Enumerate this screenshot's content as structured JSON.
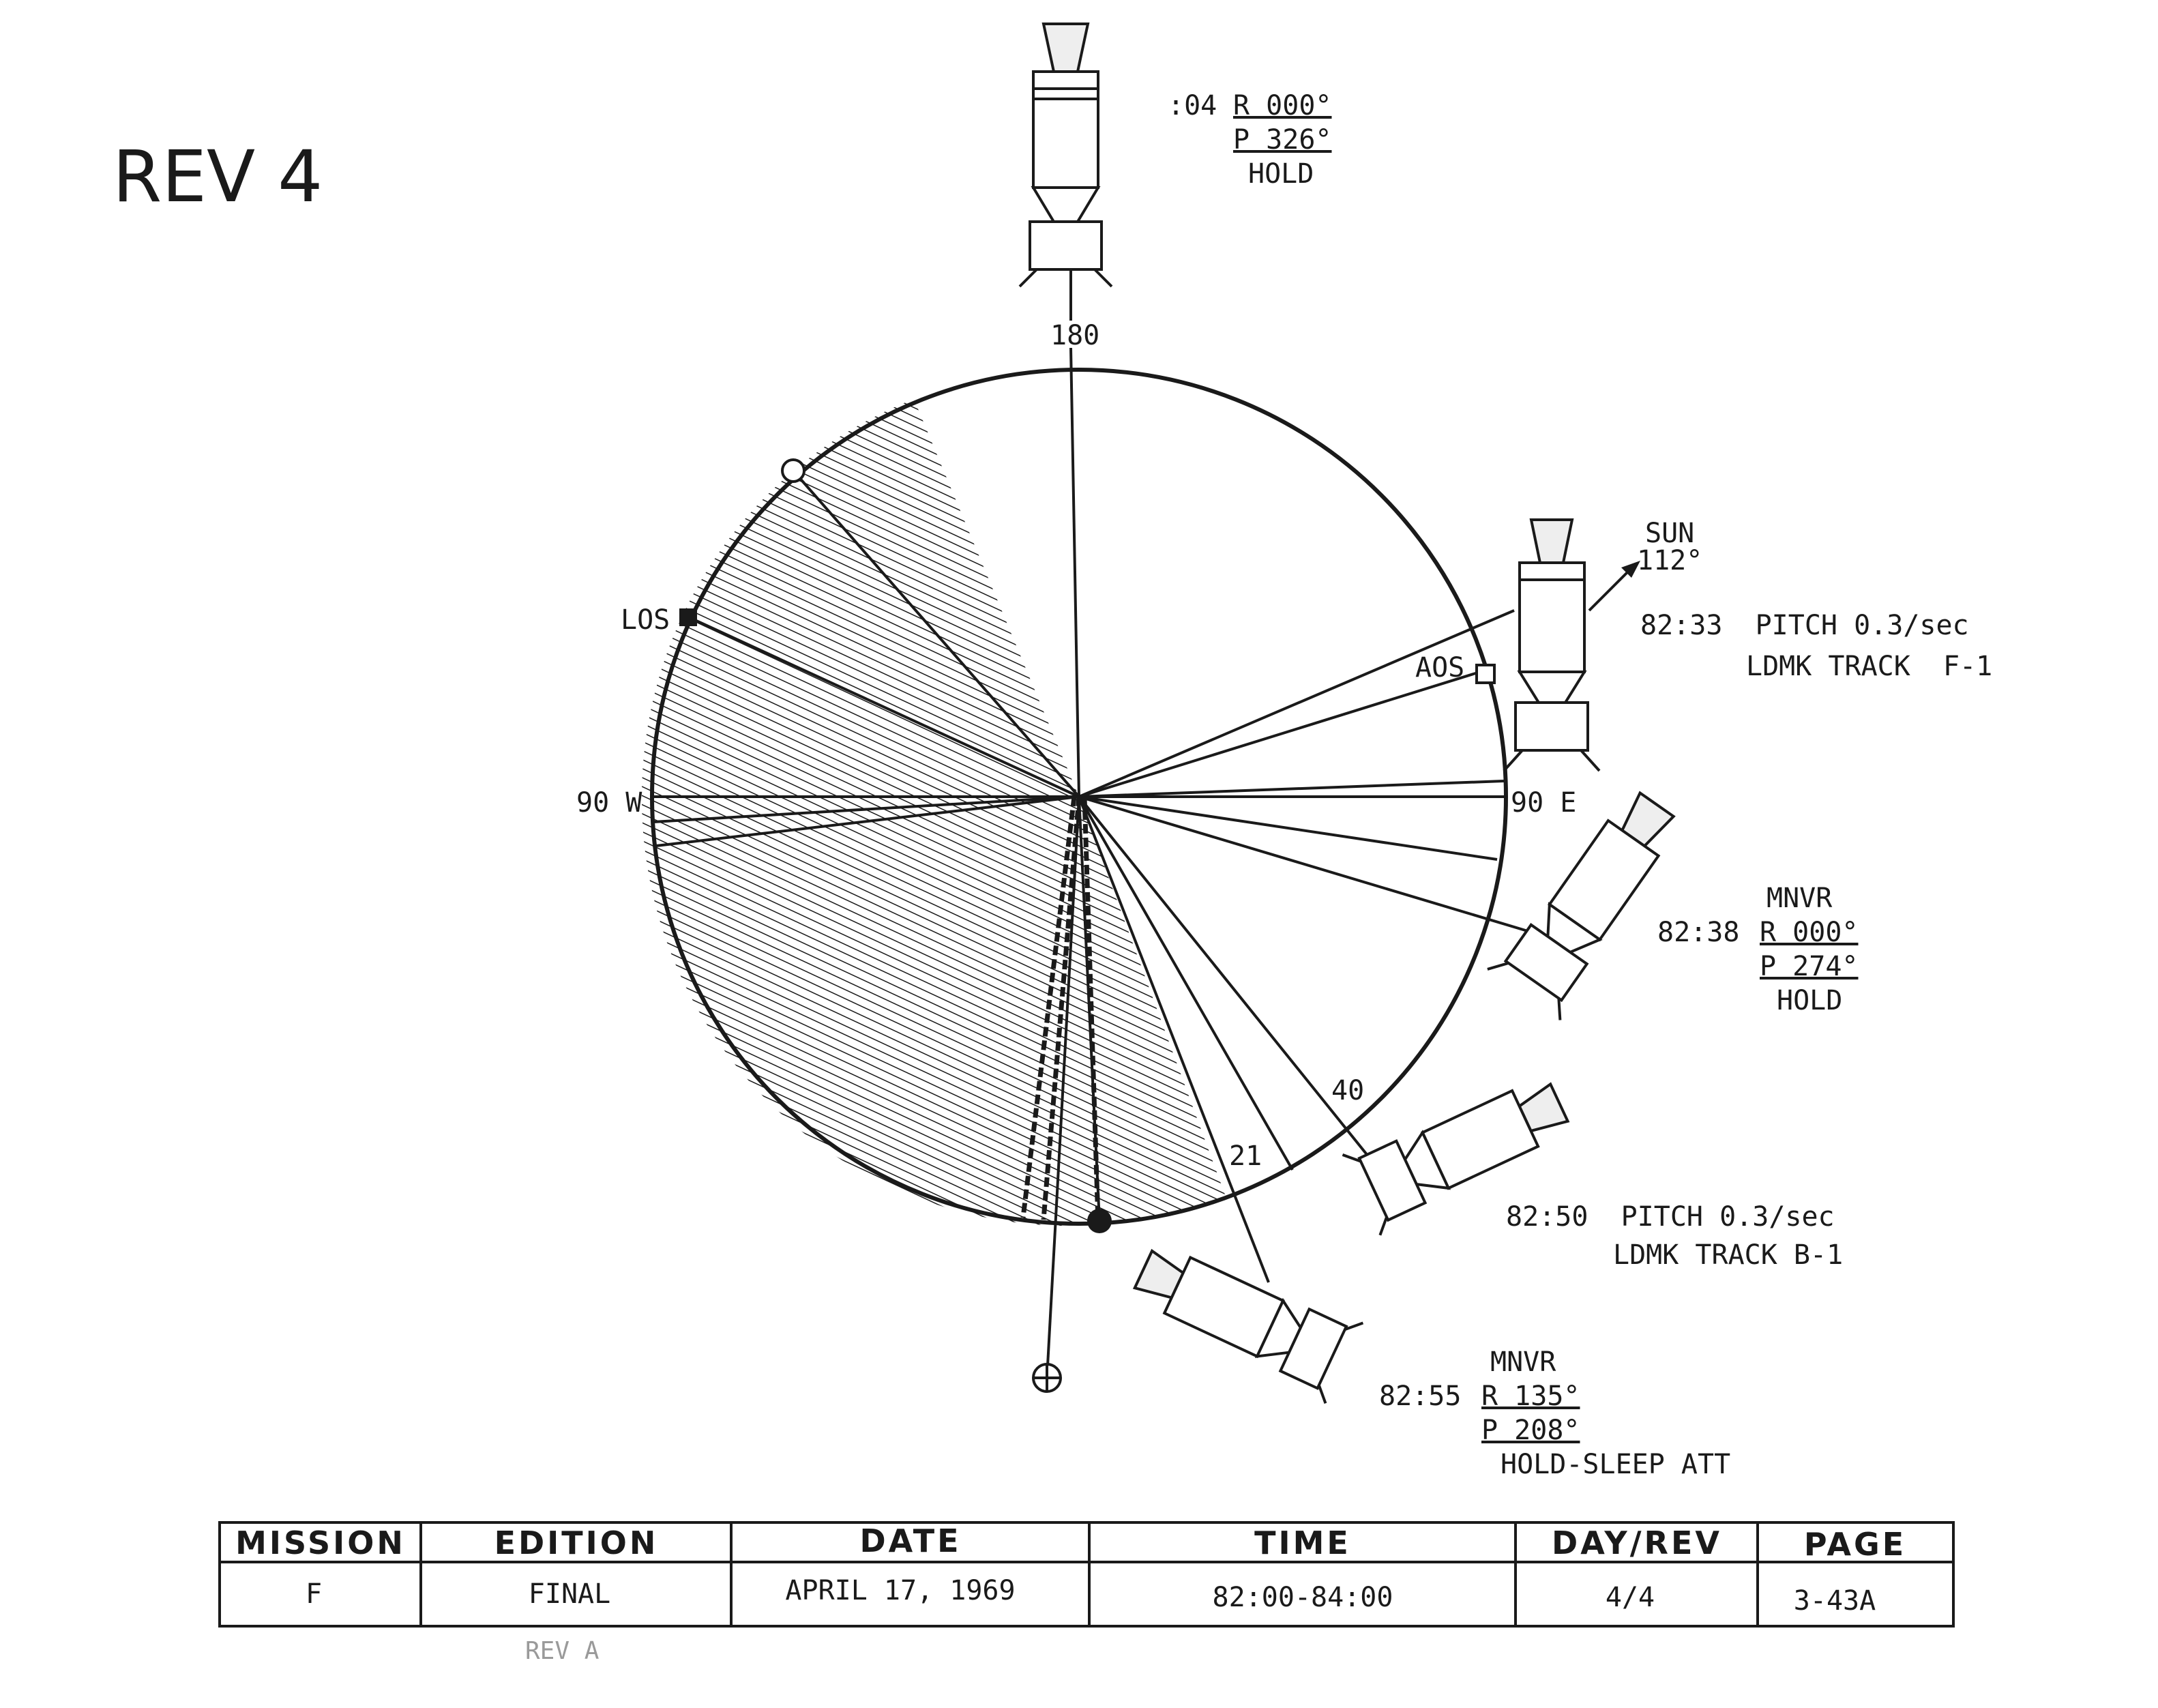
{
  "title": "REV 4",
  "angles": {
    "top": "180",
    "west": "90 W",
    "east": "90 E",
    "mark_40": "40",
    "mark_21": "21"
  },
  "stations": {
    "los": "LOS",
    "aos": "AOS"
  },
  "sun": {
    "label": "SUN",
    "angle": "112°"
  },
  "events": {
    "top": {
      "time": ":04",
      "roll": "R 000°",
      "pitch": "P 326°",
      "mode": "HOLD"
    },
    "e1": {
      "line1": "82:33  PITCH 0.3/sec",
      "line2": "LDMK TRACK  F-1"
    },
    "e2": {
      "label": "MNVR",
      "time": "82:38",
      "roll": "R 000°",
      "pitch": "P 274°",
      "mode": "HOLD"
    },
    "e3": {
      "line1": "82:50  PITCH 0.3/sec",
      "line2": "LDMK TRACK B-1"
    },
    "e4": {
      "label": "MNVR",
      "time": "82:55",
      "roll": "R 135°",
      "pitch": "P 208°",
      "mode": "HOLD-SLEEP ATT"
    }
  },
  "table": {
    "headers": [
      "MISSION",
      "EDITION",
      "DATE",
      "TIME",
      "DAY/REV",
      "PAGE"
    ],
    "values": [
      "F",
      "FINAL",
      "APRIL 17, 1969",
      "82:00-84:00",
      "4/4",
      "3-43A"
    ]
  },
  "footer_note": "REV A",
  "colors": {
    "ink": "#1a1a1a",
    "paper": "#ffffff"
  }
}
